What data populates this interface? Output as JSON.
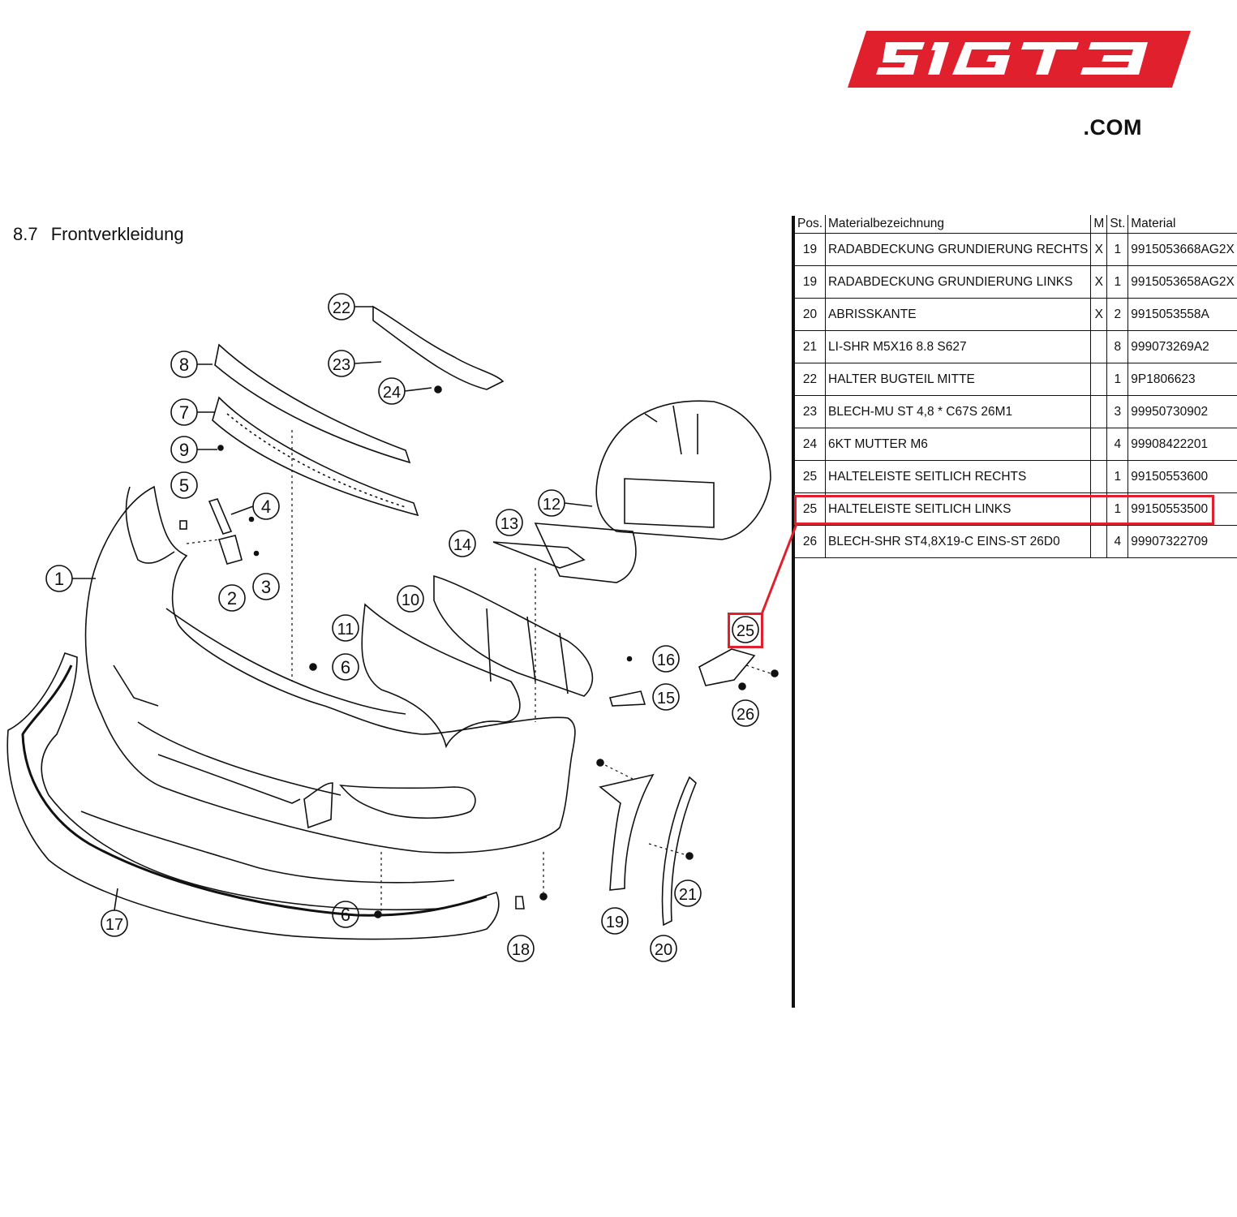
{
  "logo": {
    "text": "51GT3",
    "suffix": ".COM"
  },
  "section": {
    "number": "8.7",
    "title": "Frontverkleidung"
  },
  "table": {
    "headers": {
      "pos": "Pos.",
      "desc": "Materialbezeichnung",
      "m": "M",
      "st": "St.",
      "material": "Material"
    },
    "rows": [
      {
        "pos": "19",
        "desc": "RADABDECKUNG GRUNDIERUNG RECHTS",
        "m": "X",
        "st": "1",
        "material": "9915053668AG2X"
      },
      {
        "pos": "19",
        "desc": "RADABDECKUNG GRUNDIERUNG LINKS",
        "m": "X",
        "st": "1",
        "material": "9915053658AG2X"
      },
      {
        "pos": "20",
        "desc": "ABRISSKANTE",
        "m": "X",
        "st": "2",
        "material": "9915053558A"
      },
      {
        "pos": "21",
        "desc": "LI-SHR M5X16 8.8 S627",
        "m": "",
        "st": "8",
        "material": "999073269A2"
      },
      {
        "pos": "22",
        "desc": "HALTER BUGTEIL MITTE",
        "m": "",
        "st": "1",
        "material": "9P1806623"
      },
      {
        "pos": "23",
        "desc": "BLECH-MU ST 4,8 * C67S 26M1",
        "m": "",
        "st": "3",
        "material": "99950730902"
      },
      {
        "pos": "24",
        "desc": "6KT MUTTER M6",
        "m": "",
        "st": "4",
        "material": "99908422201"
      },
      {
        "pos": "25",
        "desc": "HALTELEISTE SEITLICH RECHTS",
        "m": "",
        "st": "1",
        "material": "99150553600"
      },
      {
        "pos": "25",
        "desc": "HALTELEISTE SEITLICH LINKS",
        "m": "",
        "st": "1",
        "material": "99150553500"
      },
      {
        "pos": "26",
        "desc": "BLECH-SHR ST4,8X19-C EINS-ST 26D0",
        "m": "",
        "st": "4",
        "material": "99907322709"
      }
    ]
  },
  "highlight": {
    "color": "#e0202c",
    "pos": "25"
  },
  "callouts": [
    "1",
    "2",
    "3",
    "4",
    "5",
    "6",
    "6",
    "7",
    "8",
    "9",
    "10",
    "11",
    "12",
    "13",
    "14",
    "15",
    "16",
    "17",
    "18",
    "19",
    "20",
    "21",
    "22",
    "23",
    "24",
    "25",
    "26"
  ]
}
